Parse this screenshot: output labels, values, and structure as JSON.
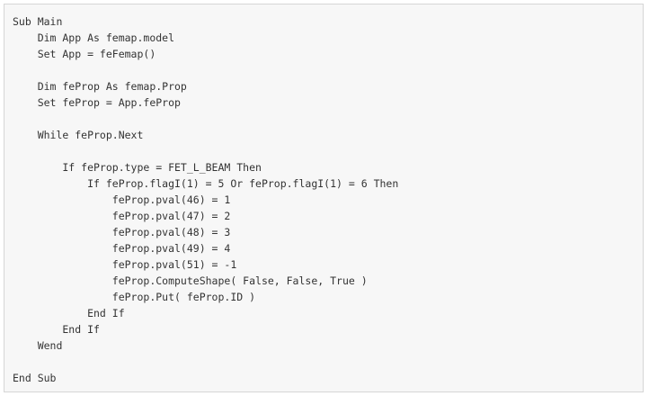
{
  "code": {
    "lines": [
      "Sub Main",
      "    Dim App As femap.model",
      "    Set App = feFemap()",
      "",
      "    Dim feProp As femap.Prop",
      "    Set feProp = App.feProp",
      "",
      "    While feProp.Next",
      "",
      "        If feProp.type = FET_L_BEAM Then",
      "            If feProp.flagI(1) = 5 Or feProp.flagI(1) = 6 Then",
      "                feProp.pval(46) = 1",
      "                feProp.pval(47) = 2",
      "                feProp.pval(48) = 3",
      "                feProp.pval(49) = 4",
      "                feProp.pval(51) = -1",
      "                feProp.ComputeShape( False, False, True )",
      "                feProp.Put( feProp.ID )",
      "            End If",
      "        End If",
      "    Wend",
      "",
      "End Sub"
    ]
  }
}
